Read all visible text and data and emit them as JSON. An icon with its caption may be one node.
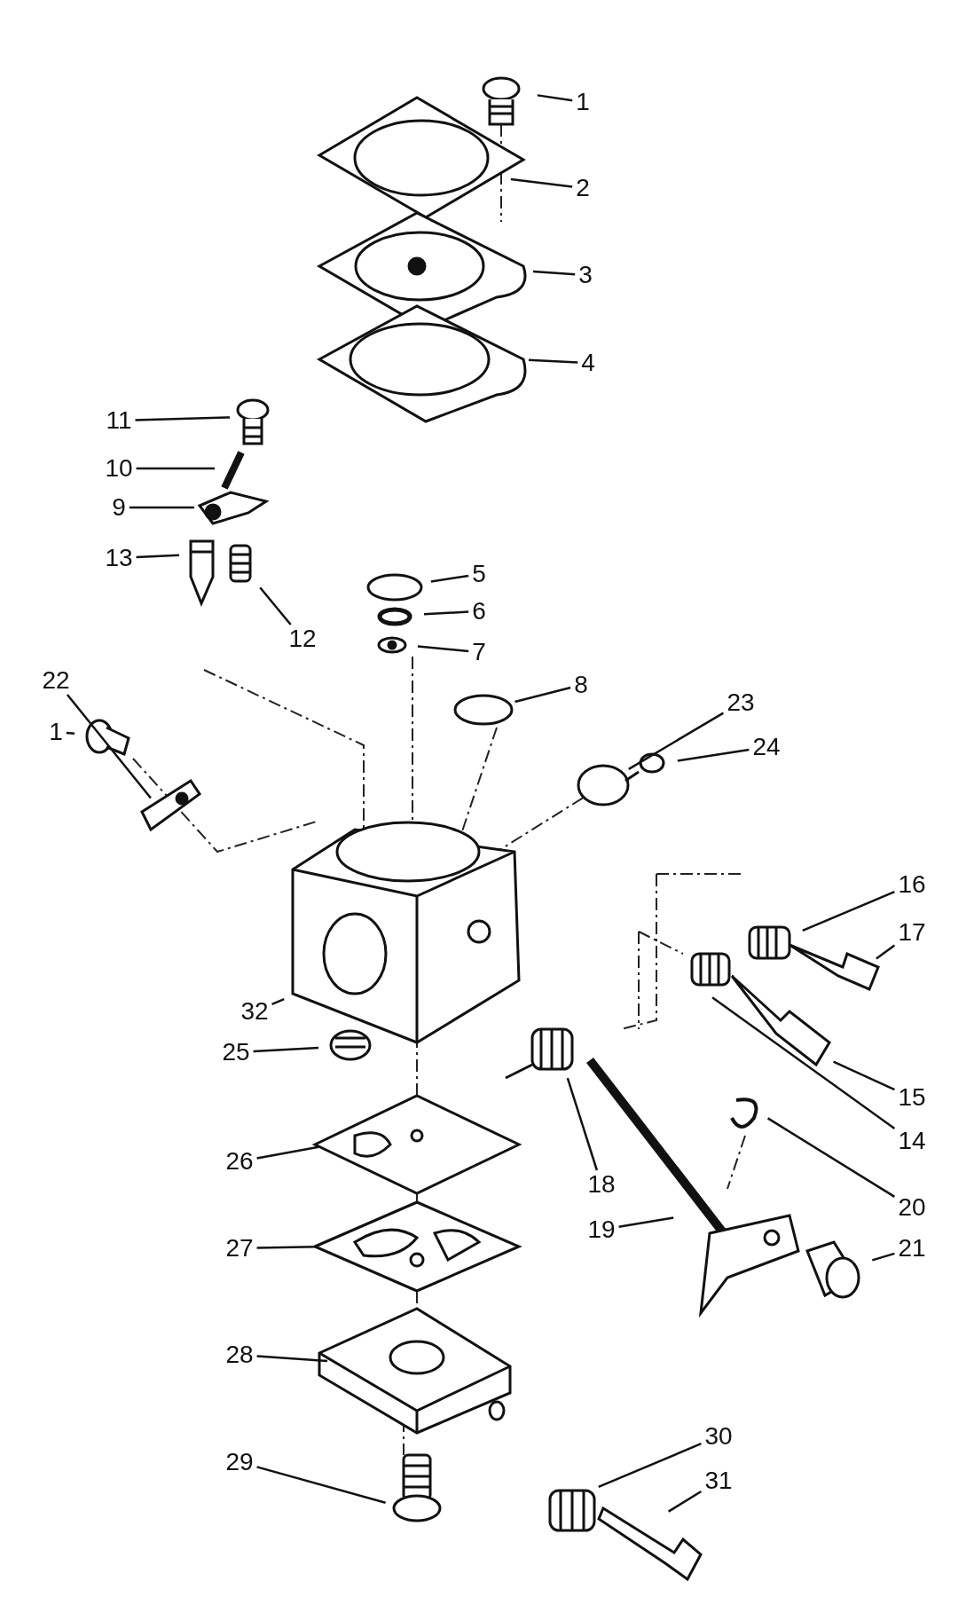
{
  "diagram": {
    "nodes": [
      {
        "text": [
          "1"
        ]
      },
      {
        "text": [
          "2"
        ]
      },
      {
        "text": [
          "3"
        ]
      },
      {
        "text": [
          "4"
        ]
      },
      {
        "text": [
          "11"
        ]
      },
      {
        "text": [
          "10"
        ]
      },
      {
        "text": [
          "9"
        ]
      },
      {
        "text": [
          "13"
        ]
      },
      {
        "text": [
          "12"
        ]
      },
      {
        "text": [
          "5"
        ]
      },
      {
        "text": [
          "6"
        ]
      },
      {
        "text": [
          "7"
        ]
      },
      {
        "text": [
          "8"
        ]
      },
      {
        "text": [
          "22"
        ]
      },
      {
        "text": [
          "1"
        ]
      },
      {
        "text": [
          "23"
        ]
      },
      {
        "text": [
          "24"
        ]
      },
      {
        "text": [
          "16"
        ]
      },
      {
        "text": [
          "17"
        ]
      },
      {
        "text": [
          "32"
        ]
      },
      {
        "text": [
          "25"
        ]
      },
      {
        "text": [
          "15"
        ]
      },
      {
        "text": [
          "14"
        ]
      },
      {
        "text": [
          "18"
        ]
      },
      {
        "text": [
          "26"
        ]
      },
      {
        "text": [
          "20"
        ]
      },
      {
        "text": [
          "19"
        ]
      },
      {
        "text": [
          "21"
        ]
      },
      {
        "text": [
          "27"
        ]
      },
      {
        "text": [
          "28"
        ]
      },
      {
        "text": [
          "30"
        ]
      },
      {
        "text": [
          "29"
        ]
      },
      {
        "text": [
          "31"
        ]
      }
    ],
    "edges": [
      {
        "from": 0,
        "to": null,
        "arrow": "none"
      },
      {
        "from": 1,
        "to": null,
        "arrow": "none"
      },
      {
        "from": 2,
        "to": null,
        "arrow": "none"
      },
      {
        "from": 3,
        "to": null,
        "arrow": "none"
      },
      {
        "from": 4,
        "to": null,
        "arrow": "none"
      },
      {
        "from": 5,
        "to": null,
        "arrow": "none"
      },
      {
        "from": 6,
        "to": null,
        "arrow": "none"
      },
      {
        "from": 7,
        "to": null,
        "arrow": "none"
      },
      {
        "from": 8,
        "to": null,
        "arrow": "none"
      },
      {
        "from": 9,
        "to": null,
        "arrow": "none"
      },
      {
        "from": 10,
        "to": null,
        "arrow": "none"
      },
      {
        "from": 11,
        "to": null,
        "arrow": "none"
      },
      {
        "from": 12,
        "to": null,
        "arrow": "none"
      },
      {
        "from": 13,
        "to": null,
        "arrow": "none"
      },
      {
        "from": 14,
        "to": null,
        "arrow": "none"
      },
      {
        "from": 15,
        "to": null,
        "arrow": "none"
      },
      {
        "from": 16,
        "to": null,
        "arrow": "none"
      },
      {
        "from": 17,
        "to": null,
        "arrow": "none"
      },
      {
        "from": 18,
        "to": null,
        "arrow": "none"
      },
      {
        "from": 19,
        "to": null,
        "arrow": "none"
      },
      {
        "from": 20,
        "to": null,
        "arrow": "none"
      },
      {
        "from": 21,
        "to": null,
        "arrow": "none"
      },
      {
        "from": 22,
        "to": null,
        "arrow": "none"
      },
      {
        "from": 23,
        "to": null,
        "arrow": "none"
      },
      {
        "from": 24,
        "to": null,
        "arrow": "none"
      },
      {
        "from": 25,
        "to": null,
        "arrow": "none"
      },
      {
        "from": 26,
        "to": null,
        "arrow": "none"
      },
      {
        "from": 27,
        "to": null,
        "arrow": "none"
      },
      {
        "from": 28,
        "to": null,
        "arrow": "none"
      },
      {
        "from": 29,
        "to": null,
        "arrow": "none"
      },
      {
        "from": 30,
        "to": null,
        "arrow": "none"
      },
      {
        "from": 31,
        "to": null,
        "arrow": "none"
      },
      {
        "from": 32,
        "to": null,
        "arrow": "none"
      }
    ]
  }
}
